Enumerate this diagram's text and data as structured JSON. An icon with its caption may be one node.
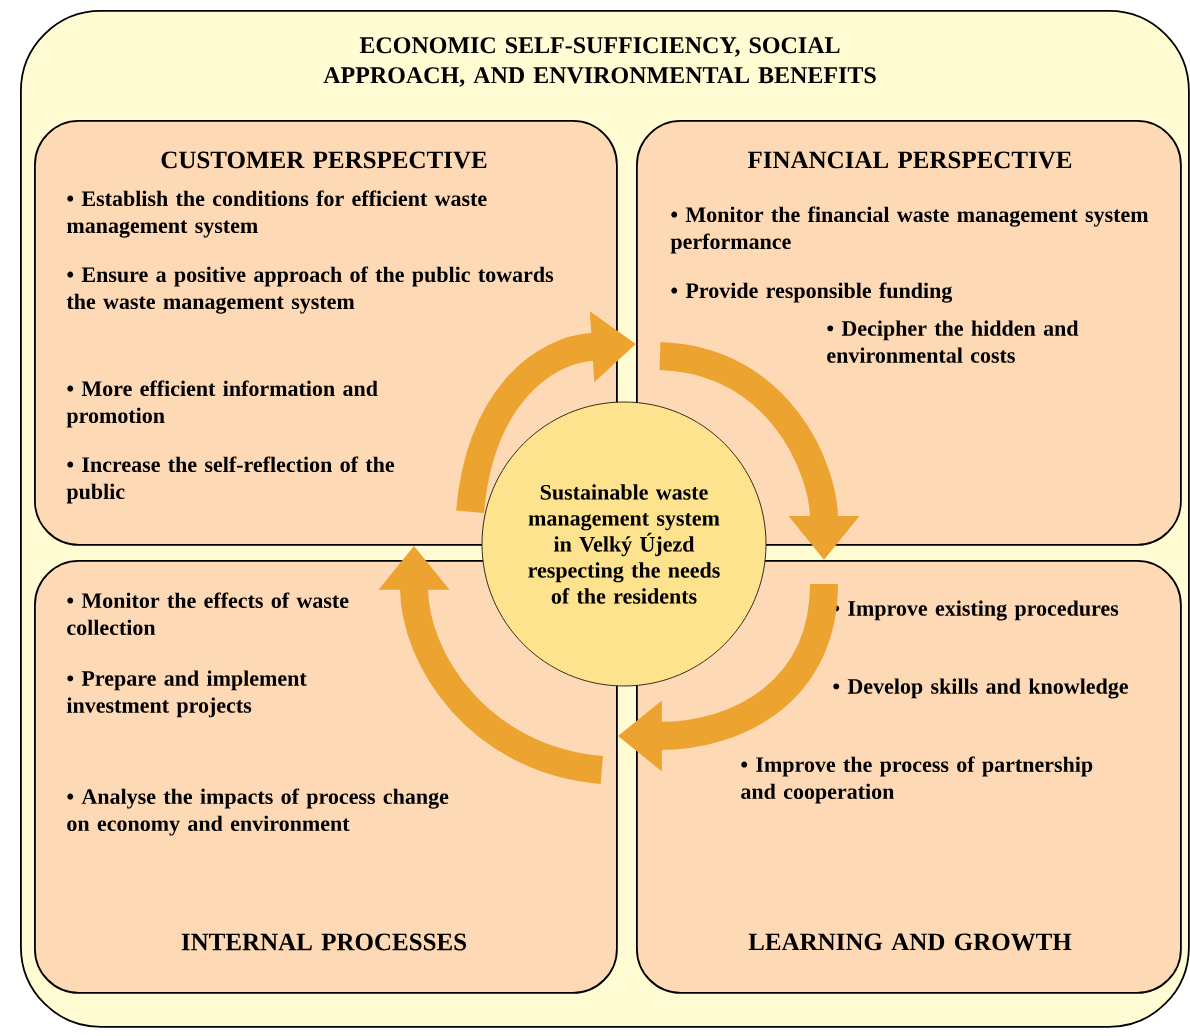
{
  "diagram": {
    "nodes": [
      {
        "text": [
          "ECONOMIC SELF-SUFFICIENCY, SOCIAL APPROACH, AND ENVIRONMENTAL BENEFITS"
        ]
      },
      {
        "text": [
          "CUSTOMER PERSPECTIVE",
          "• Establish the conditions for efficient waste management system",
          "• Ensure a positive approach of the public towards the waste management system",
          "• More efficient information and promotion",
          "• Increase the self-reflection of the public"
        ],
        "in": 0
      },
      {
        "text": [
          "FINANCIAL PERSPECTIVE",
          "• Monitor the financial waste management system performance",
          "• Provide responsible funding",
          "• Decipher the hidden and environmental costs"
        ],
        "in": 0
      },
      {
        "text": [
          "• Monitor the effects of waste collection",
          "• Prepare and implement investment projects",
          "• Analyse the impacts of process change on economy and environment",
          "INTERNAL PROCESSES"
        ],
        "in": 0
      },
      {
        "text": [
          "• Improve existing procedures",
          "• Develop skills and knowledge",
          "• Improve the process of partnership and cooperation",
          "LEARNING AND GROWTH"
        ],
        "in": 0
      },
      {
        "text": [
          "Sustainable waste management system in Velký Újezd respecting the needs of the residents"
        ],
        "in": 0
      }
    ],
    "edges": [
      {
        "from": 1,
        "to": 2,
        "arrow": "to"
      },
      {
        "from": 2,
        "to": 4,
        "arrow": "to"
      },
      {
        "from": 4,
        "to": 3,
        "arrow": "to"
      },
      {
        "from": 3,
        "to": 1,
        "arrow": "to"
      }
    ]
  }
}
